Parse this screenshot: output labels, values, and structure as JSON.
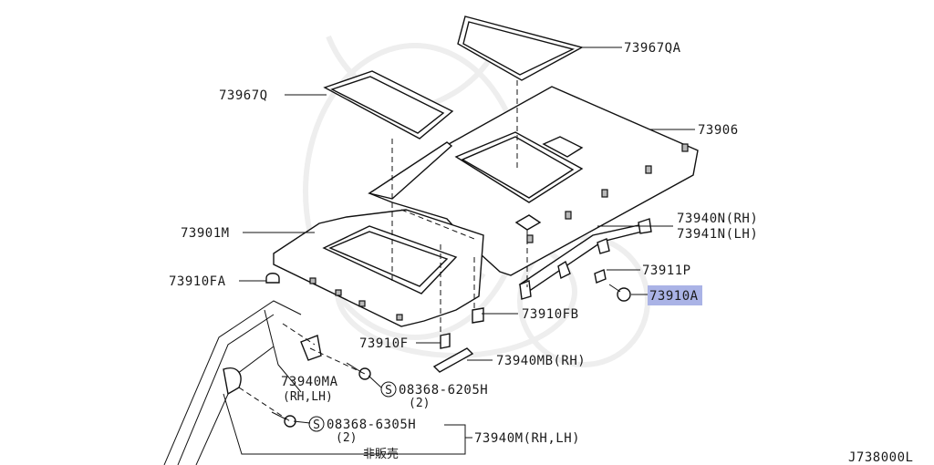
{
  "diagram": {
    "labels": {
      "qa": "73967QA",
      "q": "73967Q",
      "headlining": "73906",
      "n_rh": "73940N(RH)",
      "n_lh": "73941N(LH)",
      "m_assy": "73901M",
      "fa": "73910FA",
      "p": "73911P",
      "a_prefix": "73910",
      "a_suffix": "A",
      "fb": "73910FB",
      "f": "73910F",
      "mb": "73940MB(RH)",
      "ma": "73940MA",
      "ma_side": "(RH,LH)",
      "screw1": "08368-6205H",
      "screw1_qty": "(2)",
      "screw2": "08368-6305H",
      "screw2_qty": "(2)",
      "m_side": "73940M(RH,LH)",
      "not_sold": "非販売",
      "code": "J738000L",
      "s_symbol": "S"
    },
    "highlight_color": "#aab3e6"
  }
}
